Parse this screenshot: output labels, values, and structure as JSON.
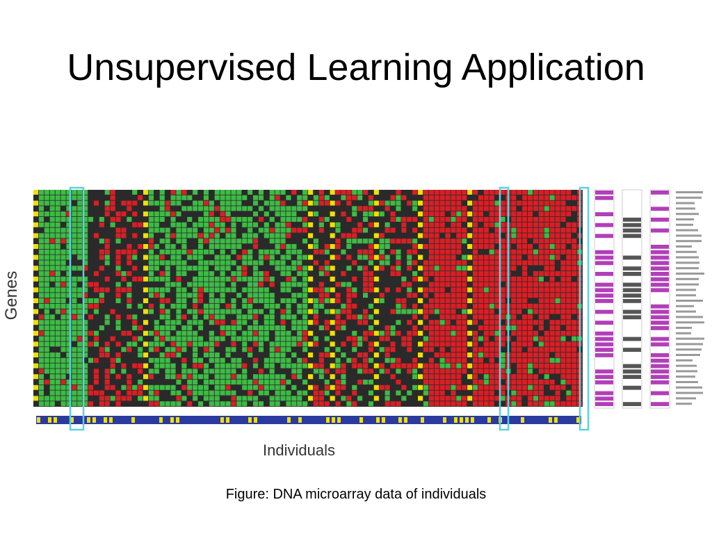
{
  "slide": {
    "title": "Unsupervised Learning Application",
    "caption": "Figure: DNA microarray data of individuals"
  },
  "figure": {
    "y_axis_label": "Genes",
    "x_axis_label": "Individuals",
    "colors": {
      "green": "#3dbb45",
      "red": "#d81f26",
      "dark": "#2a2a2a",
      "yellow": "#f0e000",
      "blue": "#2b3a9e",
      "cyan": "#5fd0e0",
      "magenta": "#b13fb8",
      "gray": "#555555"
    }
  }
}
